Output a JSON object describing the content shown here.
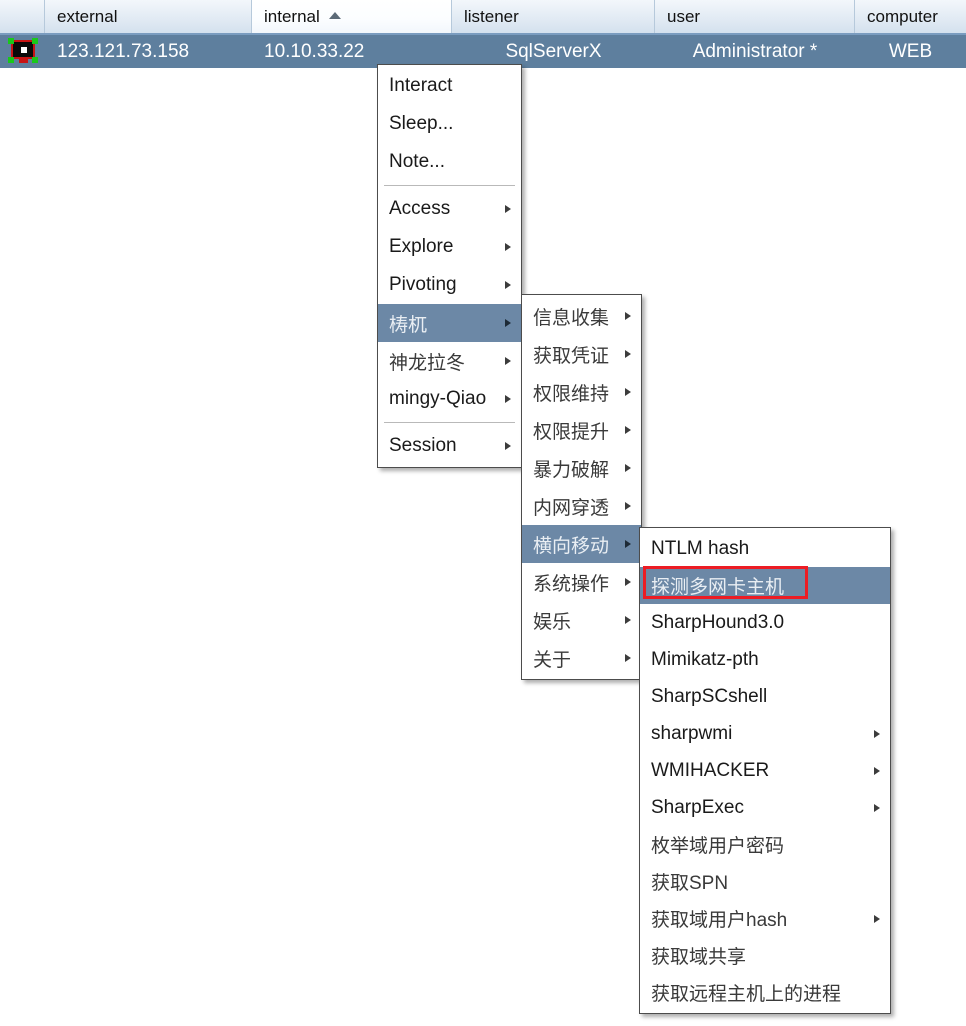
{
  "table": {
    "columns": [
      {
        "key": "icon",
        "label": ""
      },
      {
        "key": "external",
        "label": "external"
      },
      {
        "key": "internal",
        "label": "internal"
      },
      {
        "key": "listener",
        "label": "listener"
      },
      {
        "key": "user",
        "label": "user"
      },
      {
        "key": "computer",
        "label": "computer"
      }
    ],
    "sorted_column": "internal",
    "sort_direction": "ascending",
    "rows": [
      {
        "icon": "beacon-monitor-icon",
        "external": "123.121.73.158",
        "internal": "10.10.33.22",
        "listener": "SqlServerX",
        "user": "Administrator *",
        "computer": "WEB"
      }
    ]
  },
  "colors": {
    "row_selected": "#5e7f9e",
    "menu_highlight": "#6c88a6",
    "annotation_red": "#ec1c24",
    "header_border": "#7a9cbf"
  },
  "menus": {
    "context": {
      "items": [
        {
          "label": "Interact",
          "submenu": false,
          "separator_after": false
        },
        {
          "label": "Sleep...",
          "submenu": false,
          "separator_after": false
        },
        {
          "label": "Note...",
          "submenu": false,
          "separator_after": true
        },
        {
          "label": "Access",
          "submenu": true,
          "separator_after": false
        },
        {
          "label": "Explore",
          "submenu": true,
          "separator_after": false
        },
        {
          "label": "Pivoting",
          "submenu": true,
          "separator_after": false
        },
        {
          "label": "梼杌",
          "submenu": true,
          "separator_after": false,
          "highlighted": true,
          "cjk": true
        },
        {
          "label": "神龙拉冬",
          "submenu": true,
          "separator_after": false,
          "cjk": true
        },
        {
          "label": "mingy-Qiao",
          "submenu": true,
          "separator_after": true
        },
        {
          "label": "Session",
          "submenu": true,
          "separator_after": false
        }
      ]
    },
    "submenu_taowu": {
      "items": [
        {
          "label": "信息收集",
          "submenu": true
        },
        {
          "label": "获取凭证",
          "submenu": true
        },
        {
          "label": "权限维持",
          "submenu": true
        },
        {
          "label": "权限提升",
          "submenu": true
        },
        {
          "label": "暴力破解",
          "submenu": true
        },
        {
          "label": "内网穿透",
          "submenu": true
        },
        {
          "label": "横向移动",
          "submenu": true,
          "highlighted": true
        },
        {
          "label": "系统操作",
          "submenu": true
        },
        {
          "label": "娱乐",
          "submenu": true
        },
        {
          "label": "关于",
          "submenu": true
        }
      ]
    },
    "submenu_lateral": {
      "items": [
        {
          "label": "NTLM hash",
          "submenu": false
        },
        {
          "label": "探测多网卡主机",
          "submenu": false,
          "highlighted": true,
          "annotated": true
        },
        {
          "label": "SharpHound3.0",
          "submenu": false
        },
        {
          "label": "Mimikatz-pth",
          "submenu": false
        },
        {
          "label": "SharpSCshell",
          "submenu": false
        },
        {
          "label": "sharpwmi",
          "submenu": true
        },
        {
          "label": "WMIHACKER",
          "submenu": true
        },
        {
          "label": "SharpExec",
          "submenu": true
        },
        {
          "label": "枚举域用户密码",
          "submenu": false
        },
        {
          "label": "获取SPN",
          "submenu": false
        },
        {
          "label": "获取域用户hash",
          "submenu": true
        },
        {
          "label": "获取域共享",
          "submenu": false
        },
        {
          "label": "获取远程主机上的进程",
          "submenu": false
        }
      ]
    }
  }
}
